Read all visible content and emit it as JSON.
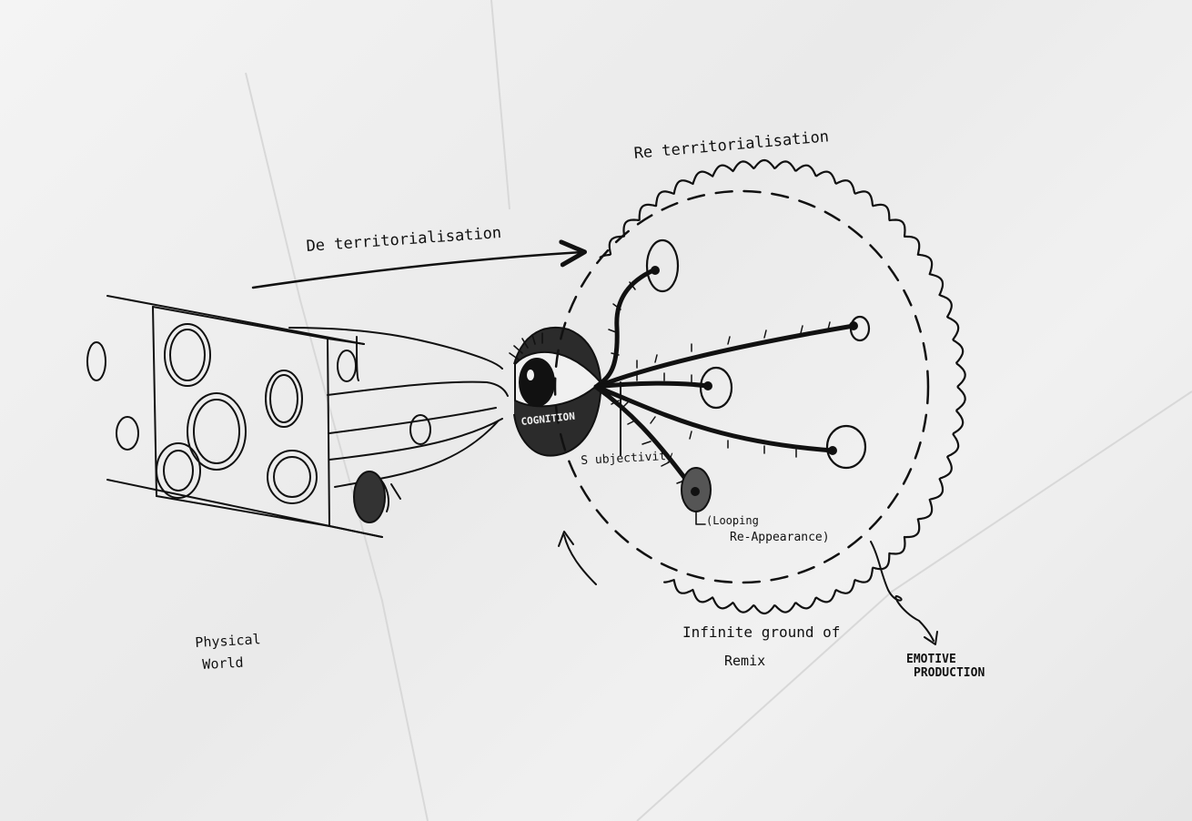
{
  "labels": {
    "deterritorialisation": "De territorialisation",
    "reterritorialisation": "Re territorialisation",
    "cognition": "COGNITION",
    "subjectivity": "S ubjectivity",
    "looping_line1": "(Looping",
    "looping_line2": "Re-Appearance)",
    "infinite_line1": "Infinite ground of",
    "infinite_line2": "Remix",
    "emotive_line1": "EMOTIVE",
    "emotive_line2": "PRODUCTION",
    "physical_line1": "Physical",
    "physical_line2": "World"
  },
  "colors": {
    "ink": "#111111",
    "paper": "#efefef",
    "shade": "#555555"
  }
}
